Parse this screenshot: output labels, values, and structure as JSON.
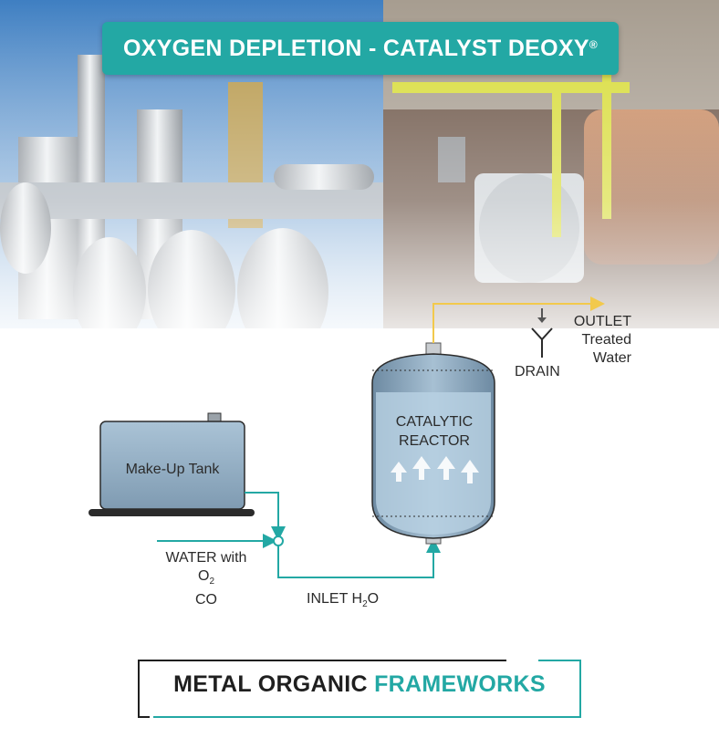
{
  "title": {
    "text": "OXYGEN DEPLETION - CATALYST DEOXY",
    "mark": "®"
  },
  "colors": {
    "accent": "#23a8a4",
    "flow_line": "#23a8a4",
    "outlet_line": "#f2c94c",
    "vessel": "#7f9bb2",
    "dark": "#2b2b2b"
  },
  "diagram": {
    "tank_label": "Make-Up Tank",
    "reactor_label_line1": "CATALYTIC",
    "reactor_label_line2": "REACTOR",
    "drain_label": "DRAIN",
    "outlet_line1": "OUTLET",
    "outlet_line2": "Treated",
    "outlet_line3": "Water",
    "water_line1": "WATER with",
    "water_o2": "O",
    "water_o2_sub": "2",
    "water_co": "CO",
    "inlet_text": "INLET H",
    "inlet_sub": "2",
    "inlet_tail": "O"
  },
  "footer": {
    "part1": "METAL ORGANIC ",
    "part2": "FRAMEWORKS"
  }
}
